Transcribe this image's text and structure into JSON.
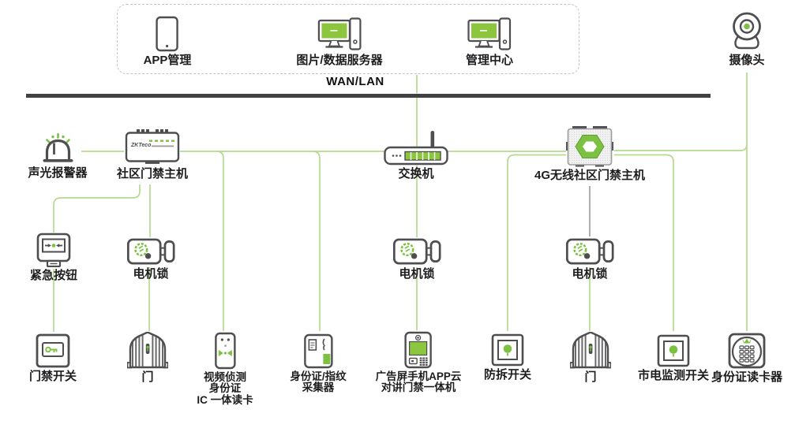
{
  "network": {
    "wan_label": "WAN/LAN"
  },
  "colors": {
    "line_green": "#b4da8e",
    "icon_green": "#7cc142",
    "screen_green": "#8cc63f",
    "dark_gray": "#4e4e50",
    "bus_dark": "#414042",
    "gray_wire": "#a0a0a0"
  },
  "nodes": {
    "app": {
      "label": "APP管理"
    },
    "server": {
      "label": "图片/数据服务器"
    },
    "center": {
      "label": "管理中心"
    },
    "camera": {
      "label": "摄像头"
    },
    "alarm": {
      "label": "声光报警器"
    },
    "controller": {
      "label": "社区门禁主机",
      "logo": "ZKTeco"
    },
    "switch": {
      "label": "交换机"
    },
    "controller4g": {
      "label": "4G无线社区门禁主机"
    },
    "emergency": {
      "label": "紧急按钮"
    },
    "lock1": {
      "label": "电机锁"
    },
    "lock2": {
      "label": "电机锁"
    },
    "lock3": {
      "label": "电机锁"
    },
    "door_switch": {
      "label": "门禁开关"
    },
    "door1": {
      "label": "门"
    },
    "video_reader": {
      "line1": "视频侦测",
      "line2": "身份证",
      "line3": "IC 一体读卡"
    },
    "collector": {
      "line1": "身份证/指纹",
      "line2": "采集器"
    },
    "intercom": {
      "line1": "广告屏手机APP云",
      "line2": "对讲门禁一体机"
    },
    "tamper": {
      "label": "防拆开关"
    },
    "door2": {
      "label": "门"
    },
    "mains_monitor": {
      "label": "市电监测开关"
    },
    "id_reader": {
      "label": "身份证读卡器"
    }
  }
}
